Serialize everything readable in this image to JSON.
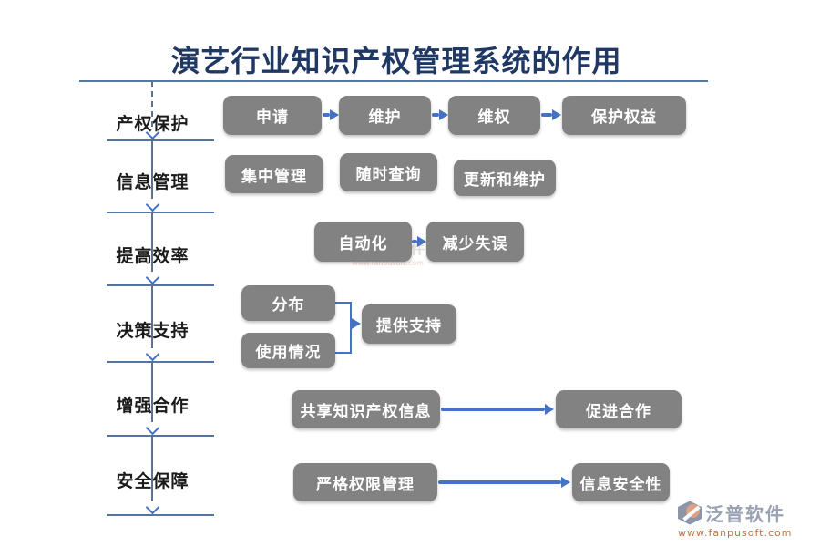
{
  "title": "演艺行业知识产权管理系统的作用",
  "rows": [
    {
      "label": "产权保护",
      "connector": "arrows",
      "boxes": [
        "申请",
        "维护",
        "维权",
        "保护权益"
      ]
    },
    {
      "label": "信息管理",
      "connector": "none",
      "boxes": [
        "集中管理",
        "随时查询",
        "更新和维护"
      ]
    },
    {
      "label": "提高效率",
      "connector": "arrows",
      "boxes": [
        "自动化",
        "减少失误"
      ]
    },
    {
      "label": "决策支持",
      "connector": "merge",
      "boxes": [
        "分布",
        "使用情况",
        "提供支持"
      ]
    },
    {
      "label": "增强合作",
      "connector": "long-arrow",
      "boxes": [
        "共享知识产权信息",
        "促进合作"
      ]
    },
    {
      "label": "安全保障",
      "connector": "long-arrow",
      "boxes": [
        "严格权限管理",
        "信息安全性"
      ]
    }
  ],
  "watermark": {
    "text": "泛普软件",
    "url": "www.fanpusoft.com"
  },
  "logo": {
    "name": "泛普软件",
    "url": "www.fanpusoft.com"
  },
  "colors": {
    "title_navy": "#1F3864",
    "box_gray": "#828282",
    "arrow_blue": "#4472C4",
    "line_steel_blue": "#54749E",
    "logo_gray": "#9AA2B2",
    "logo_orange": "#C8703C"
  }
}
